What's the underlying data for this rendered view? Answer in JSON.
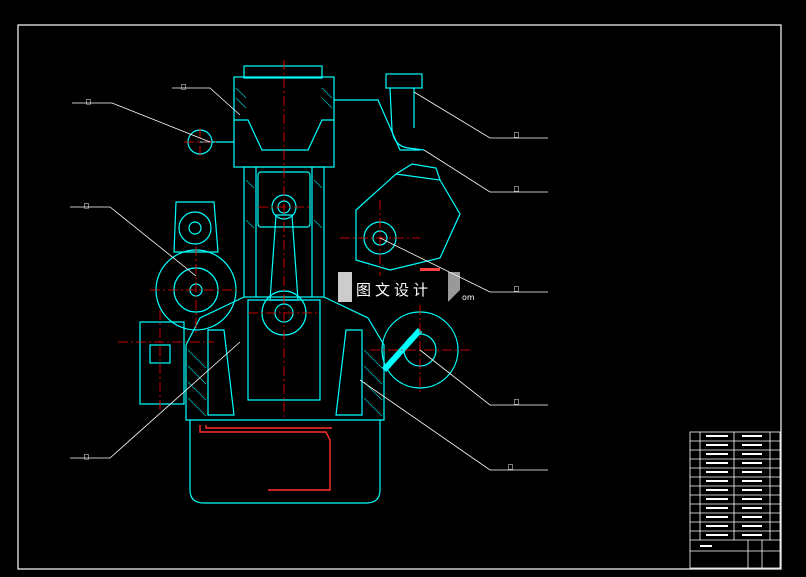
{
  "drawing": {
    "background": "#000000",
    "colors": {
      "frame": "#ffffff",
      "outline": "#00ffff",
      "centerline": "#ff0000",
      "hatch": "#00c8c8",
      "detail": "#ffffff"
    },
    "leaders": [
      {
        "id": "top-left-1",
        "label": "□"
      },
      {
        "id": "top-left-2",
        "label": "□"
      },
      {
        "id": "mid-left",
        "label": "□"
      },
      {
        "id": "bottom-left",
        "label": "□"
      },
      {
        "id": "top-right-1",
        "label": "□"
      },
      {
        "id": "top-right-2",
        "label": "□"
      },
      {
        "id": "mid-right",
        "label": "□"
      },
      {
        "id": "lower-right",
        "label": "□"
      },
      {
        "id": "bottom-right",
        "label": "□"
      }
    ],
    "watermark": {
      "text": "图文设计",
      "suffix": "om",
      "icon": "watermark-logo-icon"
    },
    "title_block_rows": 12
  }
}
